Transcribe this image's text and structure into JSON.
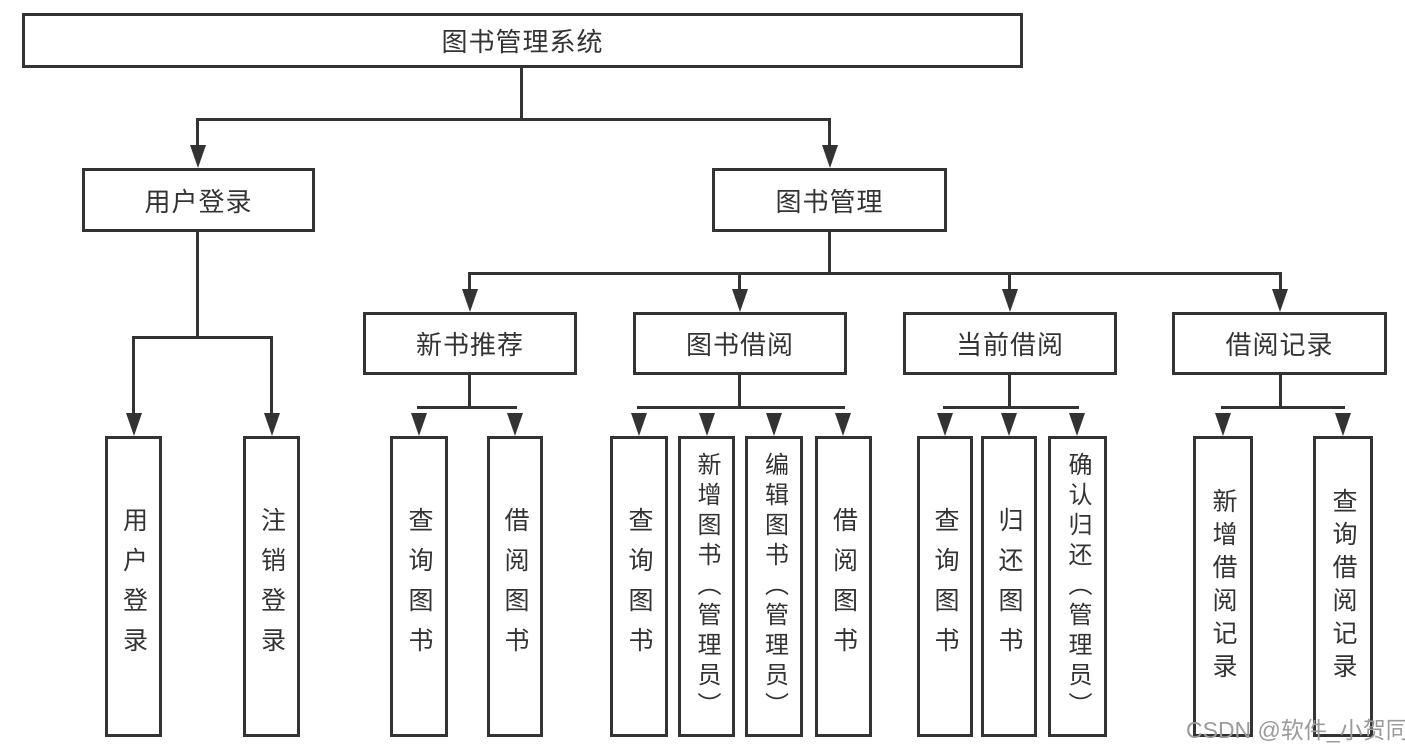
{
  "root": {
    "label": "图书管理系统"
  },
  "user_login": {
    "label": "用户登录",
    "children": [
      {
        "label": "用户登录"
      },
      {
        "label": "注销登录"
      }
    ]
  },
  "book_mgmt": {
    "label": "图书管理",
    "sections": [
      {
        "label": "新书推荐",
        "children": [
          {
            "label": "查询图书"
          },
          {
            "label": "借阅图书"
          }
        ]
      },
      {
        "label": "图书借阅",
        "children": [
          {
            "label": "查询图书"
          },
          {
            "label": "新增图书（管理员）"
          },
          {
            "label": "编辑图书（管理员）"
          },
          {
            "label": "借阅图书"
          }
        ]
      },
      {
        "label": "当前借阅",
        "children": [
          {
            "label": "查询图书"
          },
          {
            "label": "归还图书"
          },
          {
            "label": "确认归还（管理员）"
          }
        ]
      },
      {
        "label": "借阅记录",
        "children": [
          {
            "label": "新增借阅记录"
          },
          {
            "label": "查询借阅记录"
          }
        ]
      }
    ]
  },
  "watermark": "CSDN @软件_小贺同学",
  "colors": {
    "line": "#333333",
    "text": "#333333",
    "watermark": "#9b9b9b",
    "background": "#ffffff"
  }
}
